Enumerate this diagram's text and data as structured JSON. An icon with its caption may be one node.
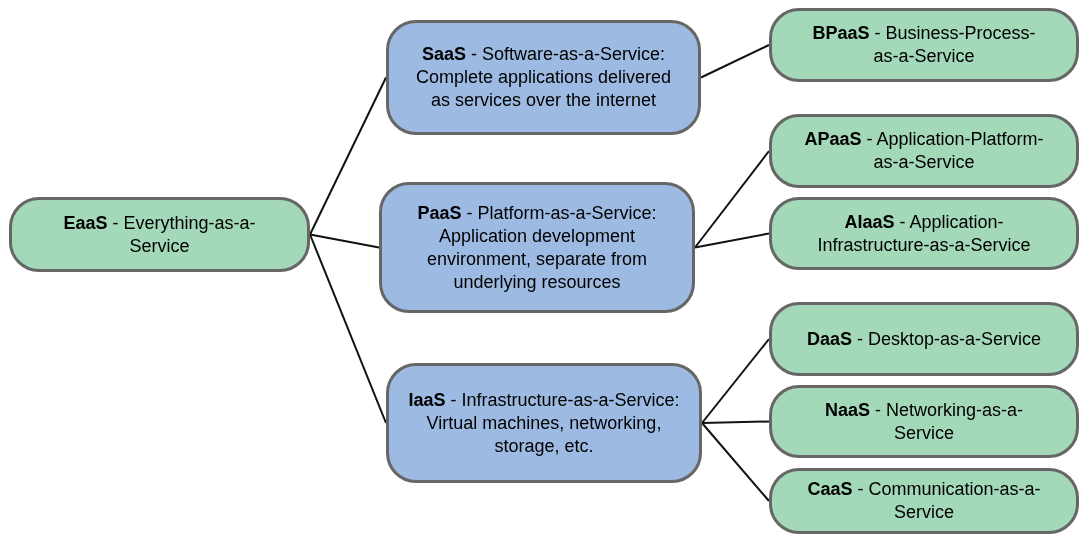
{
  "diagram": {
    "nodes": [
      {
        "text": [
          "**EaaS** - Everything-as-a-Service"
        ]
      },
      {
        "text": [
          "**SaaS** - Software-as-a-Service: Complete applications delivered as services over the internet"
        ]
      },
      {
        "text": [
          "**PaaS** - Platform-as-a-Service: Application development environment, separate from underlying resources"
        ]
      },
      {
        "text": [
          "**IaaS** - Infrastructure-as-a-Service: Virtual machines, networking, storage, etc."
        ]
      },
      {
        "text": [
          "**BPaaS** - Business-Process-as-a-Service"
        ]
      },
      {
        "text": [
          "**APaaS** - Application-Platform-as-a-Service"
        ]
      },
      {
        "text": [
          "**AIaaS** - Application-Infrastructure-as-a-Service"
        ]
      },
      {
        "text": [
          "**DaaS** - Desktop-as-a-Service"
        ]
      },
      {
        "text": [
          "**NaaS** - Networking-as-a-Service"
        ]
      },
      {
        "text": [
          "**CaaS** - Communication-as-a-Service"
        ]
      }
    ],
    "edges": [
      {
        "from": 0,
        "to": 1,
        "arrow": "none"
      },
      {
        "from": 0,
        "to": 2,
        "arrow": "none"
      },
      {
        "from": 0,
        "to": 3,
        "arrow": "none"
      },
      {
        "from": 1,
        "to": 4,
        "arrow": "none"
      },
      {
        "from": 2,
        "to": 5,
        "arrow": "none"
      },
      {
        "from": 2,
        "to": 6,
        "arrow": "none"
      },
      {
        "from": 3,
        "to": 7,
        "arrow": "none"
      },
      {
        "from": 3,
        "to": 8,
        "arrow": "none"
      },
      {
        "from": 3,
        "to": 9,
        "arrow": "none"
      }
    ]
  }
}
